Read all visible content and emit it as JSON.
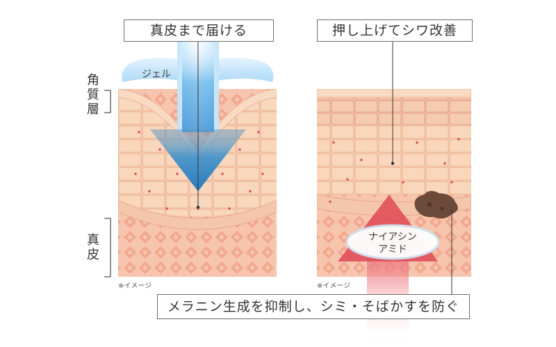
{
  "left_panel": {
    "callout": "真皮まで届ける",
    "gel_label": "ジェル",
    "layer_horny": "角質層",
    "layer_dermis": "真皮",
    "note": "※イメージ"
  },
  "right_panel": {
    "callout": "押し上げてシワ改善",
    "ingredient_line1": "ナイアシン",
    "ingredient_line2": "アミド",
    "note": "※イメージ"
  },
  "bottom_callout": "メラニン生成を抑制し、シミ・そばかすを防ぐ",
  "colors": {
    "skin_light": "#f7dcc2",
    "skin_mid": "#f3c3a6",
    "dermis_pattern": "#eea58e",
    "cell_dot": "#d9555a",
    "gel_blue": "#3d9fe0",
    "arrow_red": "#e0505a",
    "melanin": "#6b4a3a"
  }
}
